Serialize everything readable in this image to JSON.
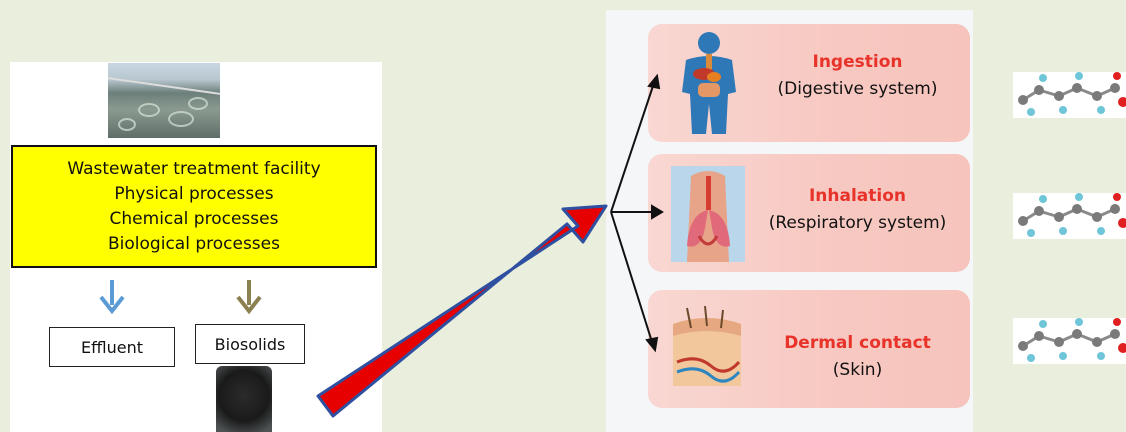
{
  "facility": {
    "lines": [
      "Wastewater treatment facility",
      "Physical processes",
      "Chemical processes",
      "Biological processes"
    ]
  },
  "outputs": {
    "effluent": "Effluent",
    "biosolids": "Biosolids"
  },
  "routes": [
    {
      "title": "Ingestion",
      "subtitle": "(Digestive system)",
      "icon": "digestive-body-icon"
    },
    {
      "title": "Inhalation",
      "subtitle": "(Respiratory system)",
      "icon": "lungs-icon"
    },
    {
      "title": "Dermal contact",
      "subtitle": "(Skin)",
      "icon": "skin-icon"
    }
  ],
  "colors": {
    "background": "#e9efdc",
    "facility_box": "#ffff00",
    "big_arrow": "#e60000",
    "big_arrow_border": "#2f4fa0",
    "effluent_arrow": "#5b9bd5",
    "biosolids_arrow": "#8b8050",
    "route_title": "#e8332a"
  }
}
